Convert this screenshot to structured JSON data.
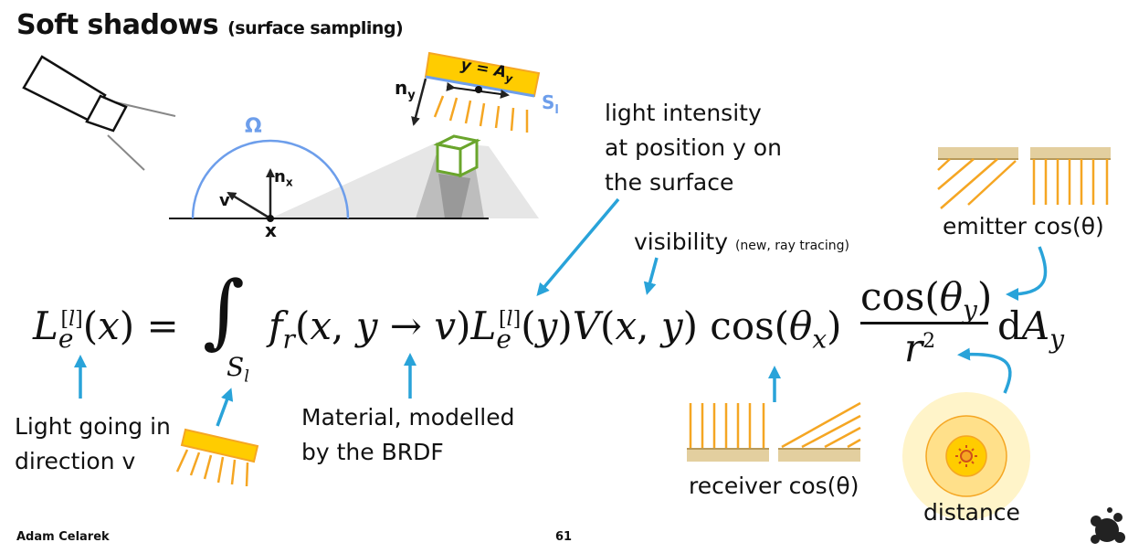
{
  "slide": {
    "title": "Soft shadows",
    "subtitle": "(surface sampling)",
    "author": "Adam Celarek",
    "page_number": "61"
  },
  "scene": {
    "omega": "Ω",
    "n_x": "n",
    "n_x_sub": "x",
    "v": "v",
    "x": "x",
    "n_y": "n",
    "n_y_sub": "y",
    "s_l": "S",
    "s_l_sub": "l",
    "y_eq": "y = A",
    "y_eq_sub": "y"
  },
  "annotations": {
    "light_intensity": [
      "light intensity",
      "at position y on",
      "the surface"
    ],
    "visibility": "visibility",
    "visibility_note": "(new, ray tracing)",
    "emitter_cos": "emitter cos(θ)",
    "receiver_cos": "receiver cos(θ)",
    "distance": "distance",
    "light_going": [
      "Light going in",
      "direction v"
    ],
    "material": [
      "Material, modelled",
      "by the BRDF"
    ]
  },
  "colors": {
    "accent_blue": "#29a3d9",
    "light_orange": "#f5a623",
    "light_yellow": "#ffcc00",
    "hemisphere": "#6d9eeb",
    "cube_green": "#6aa52c",
    "surface_tan": "#e3cf9f"
  }
}
